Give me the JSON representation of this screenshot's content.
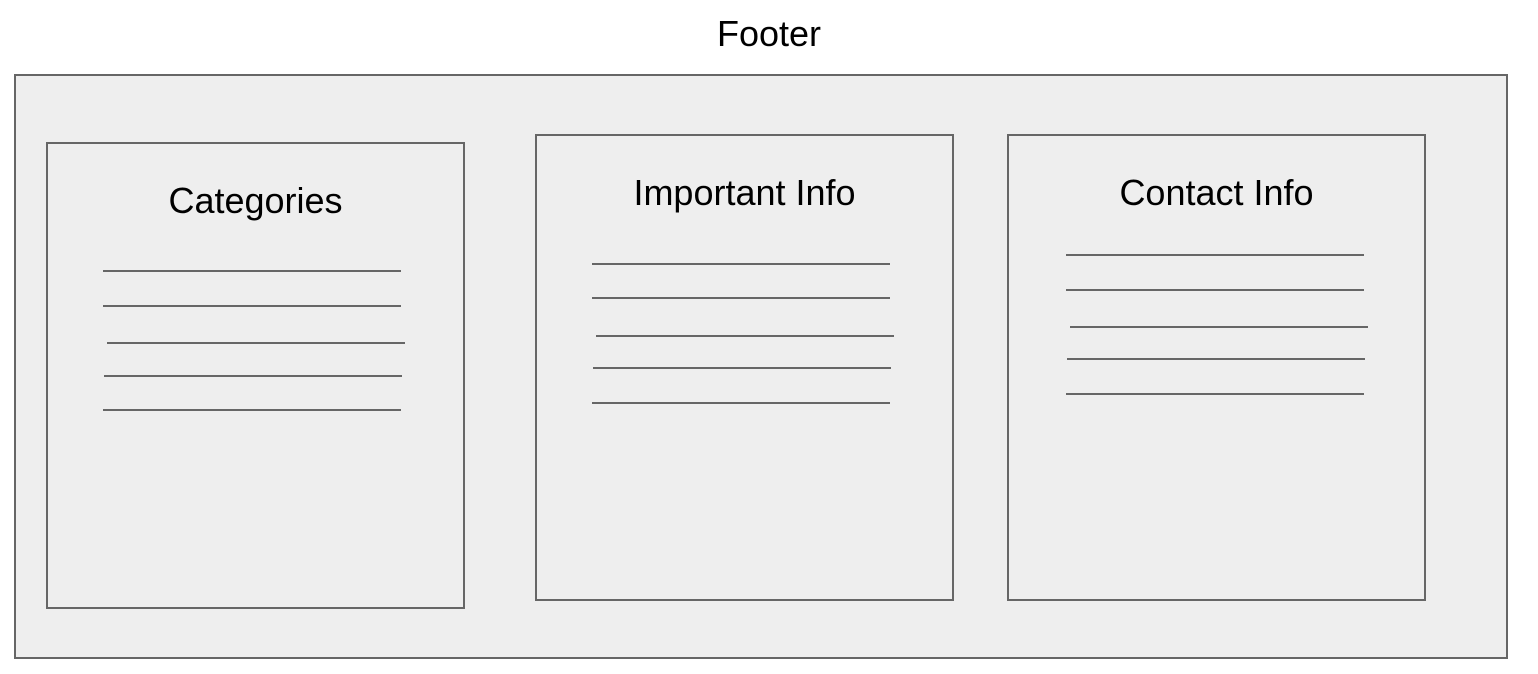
{
  "diagram": {
    "title": "Footer",
    "panels": [
      {
        "title": "Categories",
        "line_count": 5
      },
      {
        "title": "Important Info",
        "line_count": 5
      },
      {
        "title": "Contact Info",
        "line_count": 5
      }
    ]
  },
  "colors": {
    "background": "#eeeeee",
    "border": "#666666",
    "text": "#000000"
  }
}
